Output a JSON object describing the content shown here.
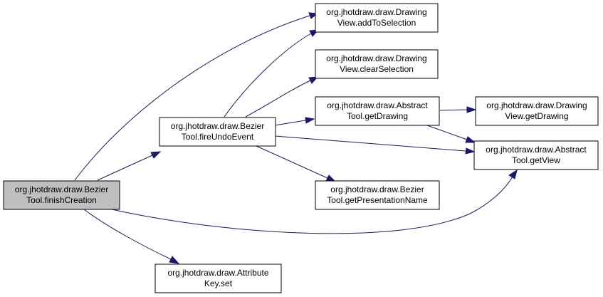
{
  "colors": {
    "edge": "#191970",
    "root_fill": "#bfbfbf",
    "node_fill": "#ffffff",
    "node_border": "#000000"
  },
  "nodes": {
    "finishCreation": {
      "line1": "org.jhotdraw.draw.Bezier",
      "line2": "Tool.finishCreation"
    },
    "fireUndoEvent": {
      "line1": "org.jhotdraw.draw.Bezier",
      "line2": "Tool.fireUndoEvent"
    },
    "attrKeySet": {
      "line1": "org.jhotdraw.draw.Attribute",
      "line2": "Key.set"
    },
    "addToSelection": {
      "line1": "org.jhotdraw.draw.Drawing",
      "line2": "View.addToSelection"
    },
    "clearSelection": {
      "line1": "org.jhotdraw.draw.Drawing",
      "line2": "View.clearSelection"
    },
    "abstractGetDrawing": {
      "line1": "org.jhotdraw.draw.Abstract",
      "line2": "Tool.getDrawing"
    },
    "presentationName": {
      "line1": "org.jhotdraw.draw.Bezier",
      "line2": "Tool.getPresentationName"
    },
    "viewGetDrawing": {
      "line1": "org.jhotdraw.draw.Drawing",
      "line2": "View.getDrawing"
    },
    "abstractGetView": {
      "line1": "org.jhotdraw.draw.Abstract",
      "line2": "Tool.getView"
    }
  }
}
